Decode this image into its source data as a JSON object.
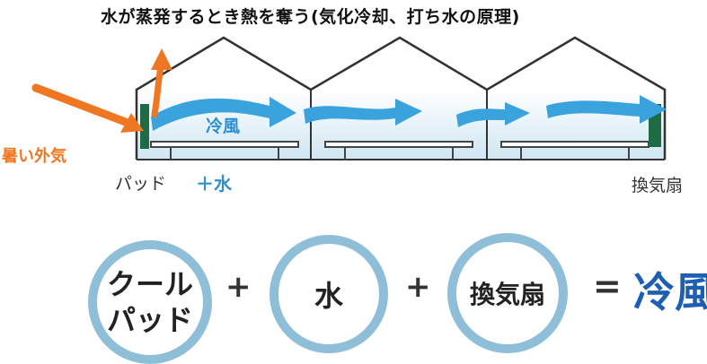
{
  "title": "水が蒸発するとき熱を奪う(気化冷却、打ち水の原理)",
  "labels": {
    "hot_outside_air": "暑い外気",
    "pad": "パッド",
    "plus_water": "＋水",
    "fan": "換気扇",
    "cold_wind": "冷風"
  },
  "equation": {
    "term1_line1": "クール",
    "term1_line2": "パッド",
    "plus": "+",
    "term2": "水",
    "term3": "換気扇",
    "equals": "=",
    "result": "冷風"
  },
  "colors": {
    "orange": "#f07722",
    "blue_arrow": "#3aa3de",
    "mist": "#cfe6f3",
    "pad_green": "#1f6b45",
    "circle_ring": "#8fbfd8",
    "result_blue": "#1c5fb3"
  }
}
